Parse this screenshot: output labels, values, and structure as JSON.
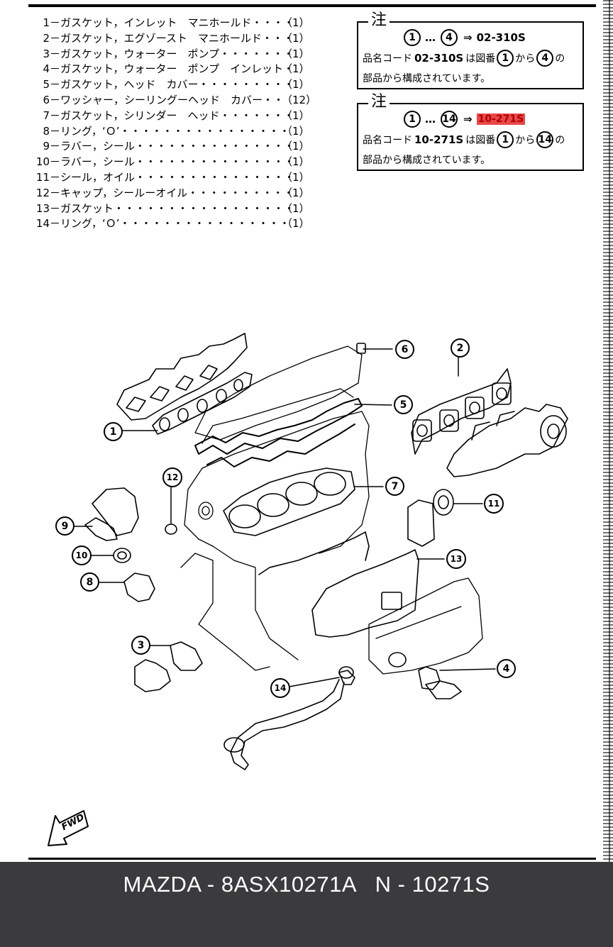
{
  "parts_list": [
    {
      "no": "1",
      "name": "－ガスケット，インレット　マニホールド・・・・",
      "qty": "（1）"
    },
    {
      "no": "2",
      "name": "－ガスケット，エグゾースト　マニホールド・・・",
      "qty": "（1）"
    },
    {
      "no": "3",
      "name": "－ガスケット，ウォーター　ポンプ・・・・・・・",
      "qty": "（1）"
    },
    {
      "no": "4",
      "name": "－ガスケット，ウォーター　ポンプ　インレット・",
      "qty": "（1）"
    },
    {
      "no": "5",
      "name": "－ガスケット，ヘッド　カバー・・・・・・・・・",
      "qty": "（1）"
    },
    {
      "no": "6",
      "name": "－ワッシャー，シーリングーヘッド　カバー・・",
      "qty": "（12）"
    },
    {
      "no": "7",
      "name": "－ガスケット，シリンダー　ヘッド・・・・・・・",
      "qty": "（1）"
    },
    {
      "no": "8",
      "name": "－リング，‘Ｏ’・・・・・・・・・・・・・・・・",
      "qty": "（1）"
    },
    {
      "no": "9",
      "name": "－ラバー，シール・・・・・・・・・・・・・・・",
      "qty": "（1）"
    },
    {
      "no": "10",
      "name": "－ラバー，シール・・・・・・・・・・・・・・・",
      "qty": "（1）"
    },
    {
      "no": "11",
      "name": "－シール，オイル・・・・・・・・・・・・・・・",
      "qty": "（1）"
    },
    {
      "no": "12",
      "name": "－キャップ，シールーオイル・・・・・・・・・・",
      "qty": "（1）"
    },
    {
      "no": "13",
      "name": "－ガスケット・・・・・・・・・・・・・・・・・",
      "qty": "（1）"
    },
    {
      "no": "14",
      "name": "－リング，‘Ｏ’・・・・・・・・・・・・・・・・",
      "qty": "（1）"
    }
  ],
  "notes": [
    {
      "label": "注",
      "from": "1",
      "to": "4",
      "dots": "…",
      "arrow": "⇒",
      "code": "02-310S",
      "line2_prefix": "品名コード",
      "line2_code": "02-310S",
      "line2_mid": "は図番",
      "line2_from": "1",
      "line2_kara": "から",
      "line2_to": "4",
      "line2_no": "の",
      "line3": "部品から構成されています。",
      "highlighted": false
    },
    {
      "label": "注",
      "from": "1",
      "to": "14",
      "dots": "…",
      "arrow": "⇒",
      "code": "10-271S",
      "line2_prefix": "品名コード",
      "line2_code": "10-271S",
      "line2_mid": "は図番",
      "line2_from": "1",
      "line2_kara": "から",
      "line2_to": "14",
      "line2_no": "の",
      "line3": "部品から構成されています。",
      "highlighted": true
    }
  ],
  "callouts": [
    "1",
    "2",
    "3",
    "4",
    "5",
    "6",
    "7",
    "8",
    "9",
    "10",
    "11",
    "12",
    "13",
    "14"
  ],
  "fwd_label": "FWD",
  "footer": {
    "text": "MAZDA - 8ASX10271A   N - 10271S"
  },
  "colors": {
    "highlight": "#e8484a",
    "footer_bg": "#3b3b3d",
    "footer_text": "#ffffff"
  }
}
